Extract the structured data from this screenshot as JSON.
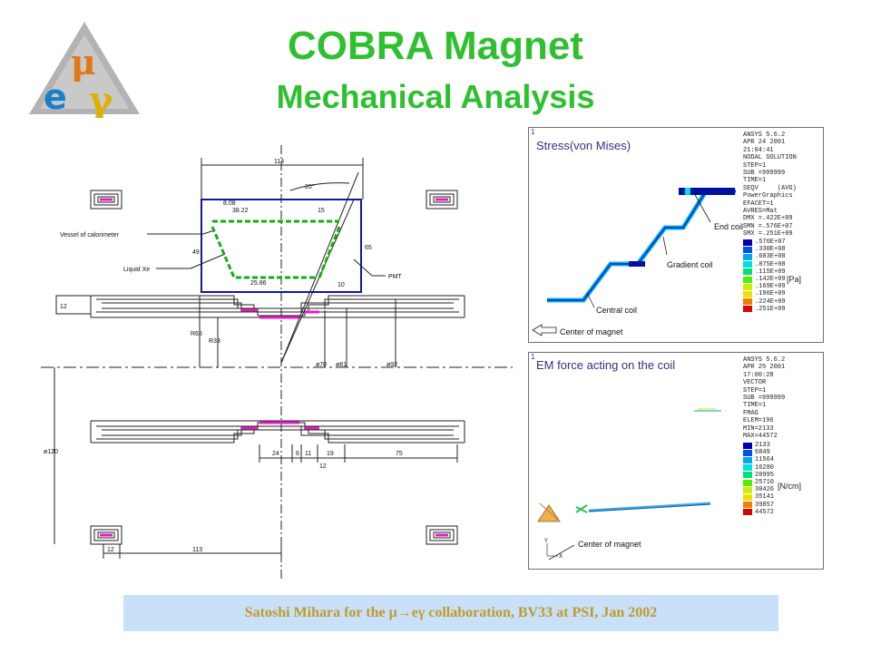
{
  "header": {
    "title": "COBRA Magnet",
    "subtitle": "Mechanical Analysis"
  },
  "logo": {
    "glyphs": [
      "μ",
      "e",
      "γ"
    ],
    "colors": {
      "triangle": "#b0b0b0",
      "mu": "#e07818",
      "e": "#1880c8",
      "gamma": "#e0b000"
    }
  },
  "drawing": {
    "labels": {
      "vessel": "Vessel of calorimeter",
      "liquid_xe": "Liquid Xe",
      "pmt": "PMT"
    },
    "dimensions": [
      "114",
      "20°",
      "38.22",
      "8.08",
      "15",
      "49",
      "65",
      "25.86",
      "10",
      "12",
      "R65",
      "R33",
      "ø70",
      "ø81",
      "ø92",
      "ø120",
      "24",
      "6",
      "11",
      "19",
      "75",
      "12",
      "12",
      "113"
    ],
    "colors": {
      "outline": "#202020",
      "vessel": "#1018a0",
      "pmt": "#10b010",
      "coil": "#e020c0"
    }
  },
  "panels": {
    "stress": {
      "index": "1",
      "title": "Stress(von Mises)",
      "header": [
        "ANSYS 5.6.2",
        "APR 24 2001",
        "21:04:41",
        "NODAL SOLUTION",
        "STEP=1",
        "SUB =999999",
        "TIME=1",
        "SEQV     (AVG)",
        "PowerGraphics",
        "EFACET=1",
        "AVRES=Mat",
        "DMX =.422E+09",
        "SMN =.576E+07",
        "SMX =.251E+09"
      ],
      "legend": [
        ".576E+07",
        ".330E+08",
        ".603E+08",
        ".875E+08",
        ".115E+09",
        ".142E+09",
        ".169E+09",
        ".196E+09",
        ".224E+09",
        ".251E+09"
      ],
      "unit": "[Pa]",
      "labels": {
        "end_coil": "End coil",
        "gradient_coil": "Gradient coil",
        "central_coil": "Central coil",
        "center": "Center of magnet"
      }
    },
    "em_force": {
      "index": "1",
      "title": "EM force acting on the coil",
      "header": [
        "ANSYS 5.6.2",
        "APR 25 2001",
        "17:00:28",
        "VECTOR",
        "STEP=1",
        "SUB =999999",
        "TIME=1",
        "FMAG",
        "ELEM=196",
        "MIN=2133",
        "MAX=44572"
      ],
      "legend": [
        "2133",
        "6849",
        "11564",
        "16280",
        "20995",
        "25710",
        "30426",
        "35141",
        "39857",
        "44572"
      ],
      "unit": "[N/cm]",
      "labels": {
        "center": "Center of magnet",
        "axis_y": "Y",
        "axis_x": "X"
      }
    },
    "legend_colors": [
      "#0000b0",
      "#0050f0",
      "#00a8f0",
      "#00e0e0",
      "#00e070",
      "#50f000",
      "#c8f000",
      "#f0e000",
      "#f08000",
      "#e00000"
    ]
  },
  "footer": {
    "text": "Satoshi Mihara for the μ→eγ collaboration, BV33 at PSI, Jan 2002"
  }
}
